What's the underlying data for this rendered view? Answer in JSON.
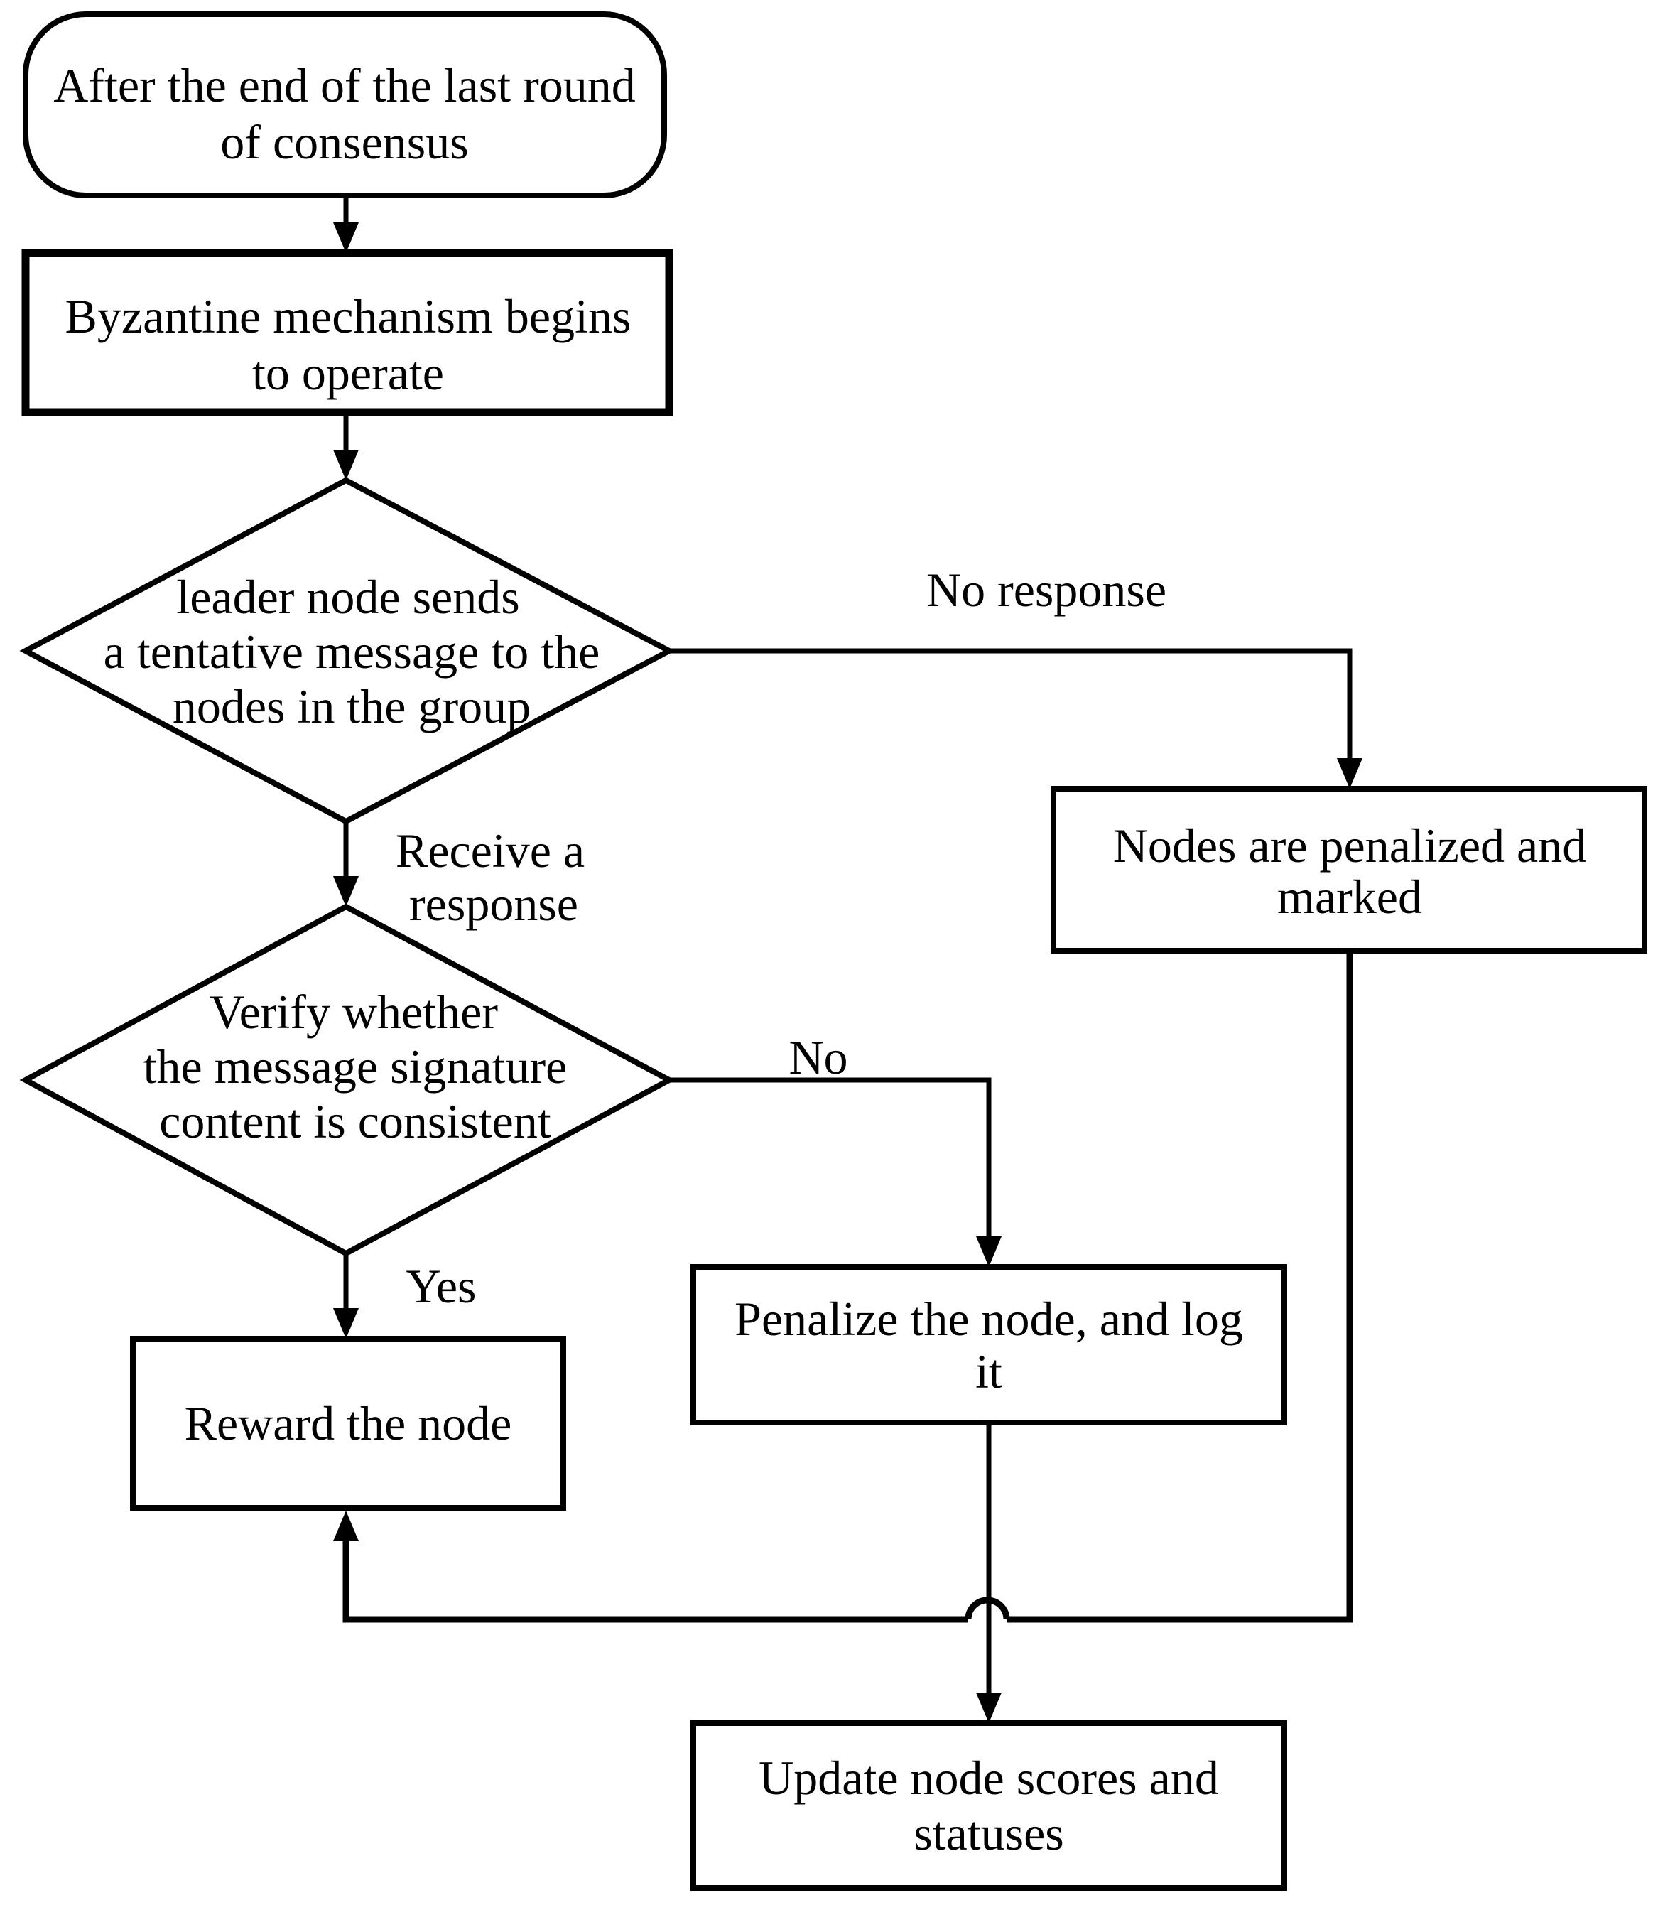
{
  "nodes": {
    "start": {
      "type": "terminator",
      "lines": [
        "After the end of the last round",
        "of consensus"
      ]
    },
    "begin": {
      "type": "process",
      "lines": [
        "Byzantine mechanism begins",
        "to operate"
      ]
    },
    "send": {
      "type": "decision",
      "lines": [
        "leader node sends",
        "a tentative message to the",
        "nodes in the group"
      ]
    },
    "verify": {
      "type": "decision",
      "lines": [
        "Verify whether",
        "the message signature",
        "content is consistent"
      ]
    },
    "penalized_marked": {
      "type": "process",
      "lines": [
        "Nodes are penalized and",
        "marked"
      ]
    },
    "penalize_log": {
      "type": "process",
      "lines": [
        "Penalize the node, and log",
        "it"
      ]
    },
    "reward": {
      "type": "process",
      "lines": [
        "Reward the node"
      ]
    },
    "update": {
      "type": "process",
      "lines": [
        "Update node scores and",
        "statuses"
      ]
    }
  },
  "edge_labels": {
    "no_response": "No response",
    "receive_response": [
      "Receive a",
      "response"
    ],
    "no": "No",
    "yes": "Yes"
  },
  "colors": {
    "ink": "#000000",
    "paper": "#ffffff"
  }
}
